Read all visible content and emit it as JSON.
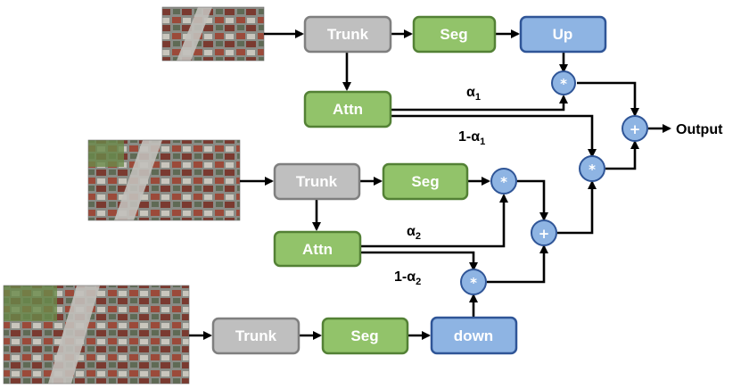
{
  "labels": {
    "trunk": "Trunk",
    "seg": "Seg",
    "up": "Up",
    "down": "down",
    "attn": "Attn",
    "mul": "*",
    "add": "+",
    "output": "Output",
    "alpha1": "α",
    "alpha1_sub": "1",
    "one_minus_alpha1": "1-α",
    "one_minus_alpha1_sub": "1",
    "alpha2": "α",
    "alpha2_sub": "2",
    "one_minus_alpha2": "1-α",
    "one_minus_alpha2_sub": "2"
  },
  "colors": {
    "trunk_fill": "#bfbfbf",
    "trunk_stroke": "#7f7f7f",
    "seg_fill": "#92c36a",
    "seg_stroke": "#538135",
    "scale_fill": "#8eb4e3",
    "scale_stroke": "#2f5597",
    "op_fill": "#8eb4e3",
    "op_stroke": "#2f5597"
  },
  "icons": {
    "image_top": "aerial-photo-icon",
    "image_mid": "aerial-photo-icon",
    "image_bot": "aerial-photo-icon"
  }
}
